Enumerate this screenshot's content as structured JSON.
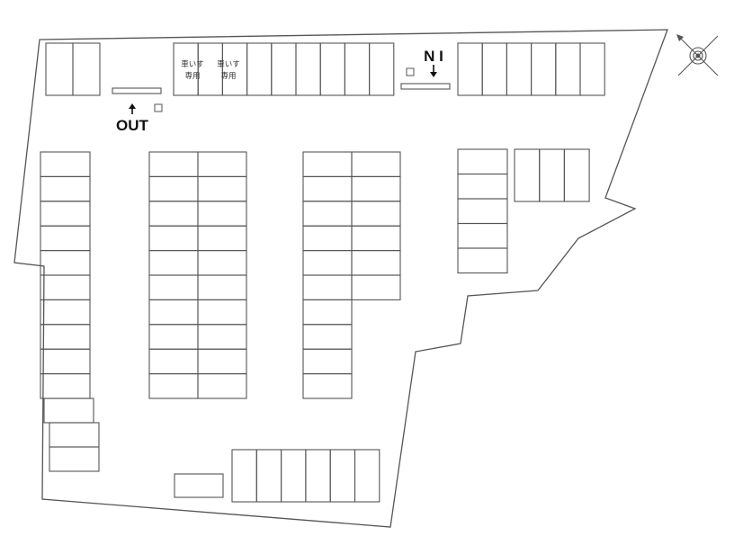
{
  "labels": {
    "entrance": "N I",
    "exit": "OUT",
    "wheelchair_line1": "車いす",
    "wheelchair_line2": "専用"
  },
  "colors": {
    "line": "#555555",
    "background": "#ffffff",
    "text": "#111111"
  },
  "icons": {
    "compass": "compass-icon",
    "entrance_arrow": "arrow-down-icon",
    "exit_arrow": "arrow-up-icon",
    "gate_box": "gate-box-icon"
  }
}
